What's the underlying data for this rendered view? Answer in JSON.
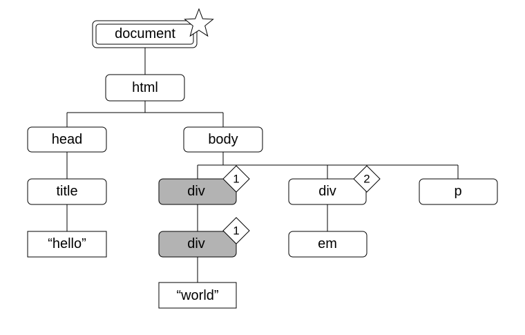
{
  "tree": {
    "nodes": {
      "document": {
        "label": "document",
        "starred": true
      },
      "html": {
        "label": "html"
      },
      "head": {
        "label": "head"
      },
      "body": {
        "label": "body"
      },
      "title": {
        "label": "title"
      },
      "hello": {
        "label": "“hello”",
        "kind": "text"
      },
      "div1": {
        "label": "div",
        "highlighted": true,
        "badge": "1"
      },
      "div2": {
        "label": "div",
        "badge": "2"
      },
      "p": {
        "label": "p"
      },
      "div1_child": {
        "label": "div",
        "highlighted": true,
        "badge": "1"
      },
      "em": {
        "label": "em"
      },
      "world": {
        "label": "“world”",
        "kind": "text"
      }
    },
    "edges": [
      [
        "document",
        "html"
      ],
      [
        "html",
        "head"
      ],
      [
        "html",
        "body"
      ],
      [
        "head",
        "title"
      ],
      [
        "title",
        "hello"
      ],
      [
        "body",
        "div1"
      ],
      [
        "body",
        "div2"
      ],
      [
        "body",
        "p"
      ],
      [
        "div1",
        "div1_child"
      ],
      [
        "div1_child",
        "world"
      ],
      [
        "div2",
        "em"
      ]
    ],
    "colors": {
      "highlight_fill": "#b3b3b3",
      "node_fill": "#ffffff",
      "stroke": "#000000"
    }
  }
}
